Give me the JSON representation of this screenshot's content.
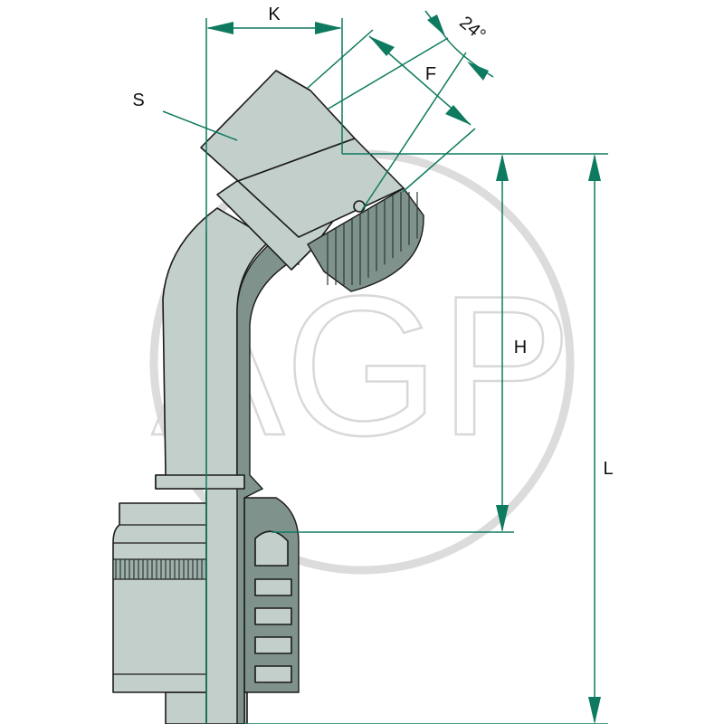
{
  "diagram": {
    "labels": {
      "K": "K",
      "F": "F",
      "angle": "24°",
      "S": "S",
      "H": "H",
      "L": "L"
    },
    "watermark": "AGP",
    "colors": {
      "dimension_lines": "#0e7a5f",
      "part_fill": "#c3cfcb",
      "section_fill": "#7f928c",
      "watermark": "#dcdcdc"
    }
  }
}
